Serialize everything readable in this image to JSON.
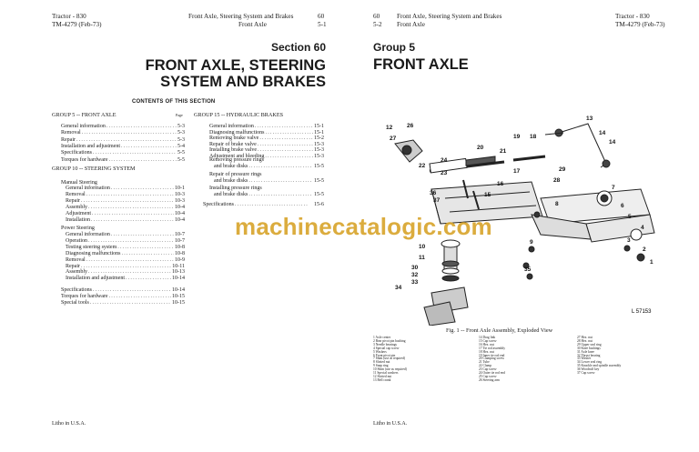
{
  "left_page": {
    "header_left_1": "Tractor - 830",
    "header_left_2": "TM-4279 (Feb-73)",
    "header_mid_1": "Front Axle, Steering System and Brakes",
    "header_mid_2": "Front Axle",
    "header_right_1": "60",
    "header_right_2": "5-1",
    "section_label": "Section 60",
    "title_lines": [
      "FRONT AXLE, STEERING",
      "SYSTEM AND BRAKES"
    ],
    "contents_heading": "CONTENTS OF THIS SECTION",
    "page_label": "Page",
    "col1": {
      "group5_heading": "GROUP 5 -- FRONT AXLE",
      "group5_items": [
        {
          "t": "General information",
          "p": "5-3"
        },
        {
          "t": "Removal",
          "p": "5-3"
        },
        {
          "t": "Repair",
          "p": "5-3"
        },
        {
          "t": "Installation and adjustment",
          "p": "5-4"
        },
        {
          "t": "Specifications",
          "p": "5-5"
        },
        {
          "t": "Torques for hardware",
          "p": "5-5"
        }
      ],
      "group10_heading": "GROUP 10 -- STEERING SYSTEM",
      "manual_heading": "Manual Steering",
      "manual_items": [
        {
          "t": "General information",
          "p": "10-1"
        },
        {
          "t": "Removal",
          "p": "10-3"
        },
        {
          "t": "Repair",
          "p": "10-3"
        },
        {
          "t": "Assembly",
          "p": "10-4"
        },
        {
          "t": "Adjustment",
          "p": "10-4"
        },
        {
          "t": "Installation",
          "p": "10-4"
        }
      ],
      "power_heading": "Power Steering",
      "power_items": [
        {
          "t": "General information",
          "p": "10-7"
        },
        {
          "t": "Operation",
          "p": "10-7"
        },
        {
          "t": "Testing steering system",
          "p": "10-8"
        },
        {
          "t": "Diagnosing malfunctions",
          "p": "10-8"
        },
        {
          "t": "Removal",
          "p": "10-9"
        },
        {
          "t": "Repair",
          "p": "10-11"
        },
        {
          "t": "Assembly",
          "p": "10-13"
        },
        {
          "t": "Installation and adjustment",
          "p": "10-14"
        }
      ],
      "tail_items": [
        {
          "t": "Specifications",
          "p": "10-14"
        },
        {
          "t": "Torques for hardware",
          "p": "10-15"
        },
        {
          "t": "Special tools",
          "p": "10-15"
        }
      ]
    },
    "col2": {
      "group15_heading": "GROUP 15 -- HYDRAULIC BRAKES",
      "items": [
        {
          "t": "General information",
          "p": "15-1"
        },
        {
          "t": "Diagnosing malfunctions",
          "p": "15-1"
        },
        {
          "t": "Removing brake valve",
          "p": "15-2"
        },
        {
          "t": "Repair of brake valve",
          "p": "15-3"
        },
        {
          "t": "Installing brake valve",
          "p": "15-3"
        },
        {
          "t": "Adjustment and bleeding",
          "p": "15-3"
        }
      ],
      "removing_pressure_1": "Removing pressure rings",
      "removing_pressure_2": {
        "t": "and brake disks",
        "p": "15-5"
      },
      "repair_pressure_1": "Repair of pressure rings",
      "repair_pressure_2": {
        "t": "and brake disks",
        "p": "15-5"
      },
      "installing_pressure_1": "Installing pressure rings",
      "installing_pressure_2": {
        "t": "and brake disks",
        "p": "15-5"
      },
      "specifications": {
        "t": "Specifications",
        "p": "15-6"
      }
    },
    "litho": "Litho in U.S.A."
  },
  "right_page": {
    "header_left_1": "60",
    "header_left_2": "5-2",
    "header_mid_1": "Front Axle, Steering System and Brakes",
    "header_mid_2": "Front Axle",
    "header_right_1": "Tractor - 830",
    "header_right_2": "TM-4279 (Feb-73)",
    "group_label": "Group 5",
    "group_title": "FRONT AXLE",
    "figure_id": "L 57153",
    "caption": "Fig. 1 -- Front Axle Assembly, Exploded View",
    "callouts": [
      "12",
      "26",
      "27",
      "13",
      "14",
      "24",
      "22",
      "23",
      "20",
      "21",
      "19",
      "18",
      "17",
      "16",
      "15",
      "14",
      "29",
      "28",
      "36",
      "37",
      "7",
      "6",
      "5",
      "4",
      "3",
      "2",
      "1",
      "8",
      "9",
      "10",
      "11",
      "30",
      "32",
      "33",
      "34",
      "35"
    ],
    "legend_col1": [
      "1  Axle center",
      "2  Rear pivot pin bushing",
      "3  Needle bearings",
      "4  Special cap screw",
      "5  Washers",
      "6  Front pivot pin",
      "7  Shim (use as required)",
      "8  Slotted nut",
      "9  Snap ring",
      "10 Shim (use as required)",
      "11 Special washers",
      "12 Slotted nut",
      "13 Bell crank"
    ],
    "legend_col2": [
      "14 Drag link",
      "15 Cap screw",
      "16 Hex. nut",
      "17 Tie rod assembly",
      "18 Hex. nut",
      "19 Inner tie rod end",
      "20 Clamping screw",
      "21 Tube",
      "22 Clamp",
      "23 Cap screw",
      "24 Outer tie rod end",
      "25 Cap screw",
      "26 Steering arm"
    ],
    "legend_col3": [
      "27 Hex. nut",
      "28 Hex. nut",
      "29 Upper seal ring",
      "30 Knee bushings",
      "31 Axle knee",
      "32 Thrust bearing",
      "33 Washer",
      "34 Lower seal ring",
      "35 Knuckle and spindle assembly",
      "36 Woodruff key",
      "37 Cap screw"
    ],
    "litho": "Litho in U.S.A."
  },
  "watermark": "machinecatalogic.com"
}
